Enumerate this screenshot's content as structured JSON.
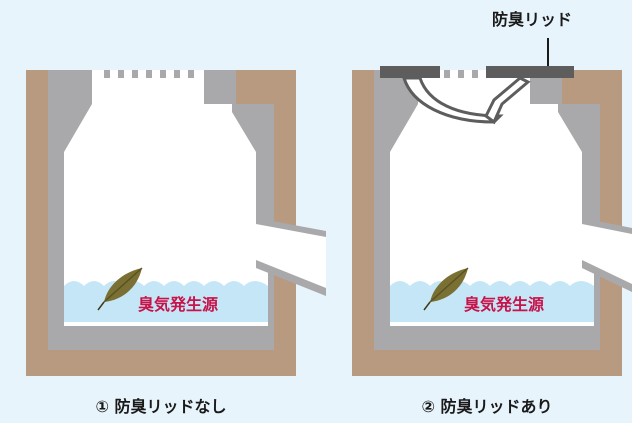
{
  "callout": {
    "lid_label": "防臭リッド"
  },
  "panels": [
    {
      "caption": "① 防臭リッドなし",
      "odor_label": "臭気発生源"
    },
    {
      "caption": "② 防臭リッドあり",
      "odor_label": "臭気発生源"
    }
  ],
  "colors": {
    "background": "#e8f4fb",
    "soil": "#b79a80",
    "concrete": "#a9a9ab",
    "water": "#c5e6f6",
    "leaf": "#7b7034",
    "odor_text": "#c8124a",
    "lid": "#5d5d5e"
  }
}
